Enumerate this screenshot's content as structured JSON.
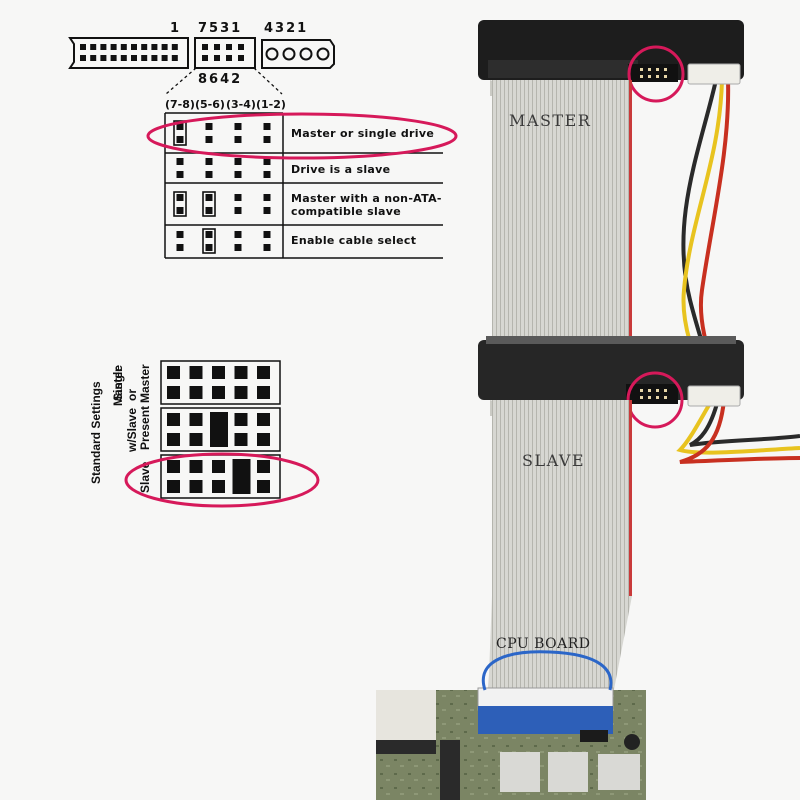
{
  "colors": {
    "highlight": "#d6195a",
    "ink": "#111111",
    "cable": "#d4d4cf",
    "cable_stripe": "#c93a3a",
    "drive": "#1d1d1d",
    "board": "#7f8a6a"
  },
  "top_diagram": {
    "left_connector_number": "1",
    "middle_connector_top_numbers": "7531",
    "right_connector_numbers": "4321",
    "middle_connector_bottom_numbers": "8642"
  },
  "jumper_table": {
    "column_headers": [
      "(7-8)",
      "(5-6)",
      "(3-4)",
      "(1-2)"
    ],
    "rows": [
      {
        "description": "Master or single drive",
        "jumpered": [
          true,
          false,
          false,
          false
        ],
        "highlighted": true
      },
      {
        "description": "Drive is a slave",
        "jumpered": [
          false,
          false,
          false,
          false
        ],
        "highlighted": false
      },
      {
        "description_lines": [
          "Master with a non-ATA-",
          "compatible slave"
        ],
        "jumpered": [
          true,
          true,
          false,
          false
        ],
        "highlighted": false
      },
      {
        "description": "Enable cable select",
        "jumpered": [
          false,
          true,
          false,
          false
        ],
        "highlighted": false
      }
    ]
  },
  "standard_settings": {
    "title": "Standard Settings",
    "row_labels": [
      {
        "lines": [
          "Master",
          "Single"
        ]
      },
      {
        "lines": [
          "w/Slave",
          "or",
          "Present",
          "Master"
        ]
      },
      {
        "lines": [
          "Slave"
        ]
      }
    ],
    "rows": [
      {
        "jumper_column": null,
        "highlighted": false
      },
      {
        "jumper_column": 2,
        "highlighted": false
      },
      {
        "jumper_column": 3,
        "highlighted": true
      }
    ]
  },
  "photo": {
    "master_label": "MASTER",
    "slave_label": "SLAVE",
    "board_label": "CPU BOARD"
  }
}
